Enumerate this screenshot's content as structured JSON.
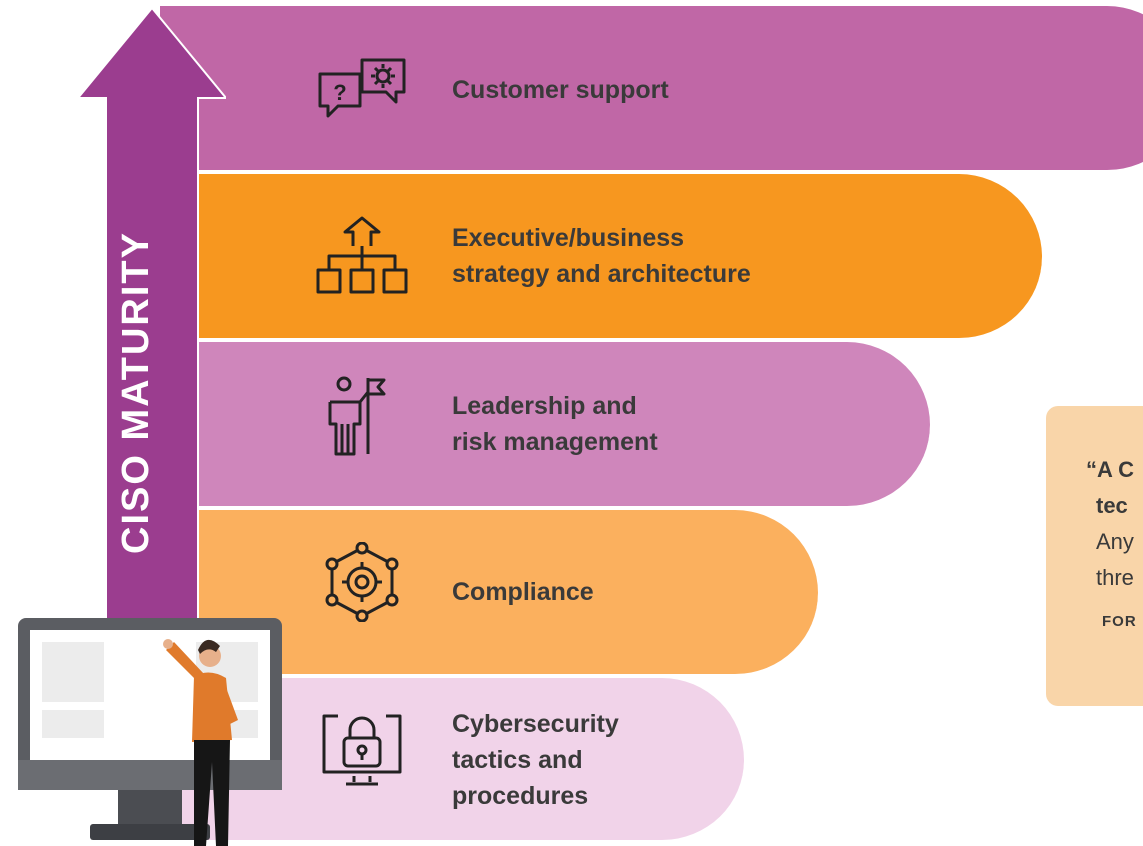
{
  "axis_label": "CISO MATURITY",
  "levels": [
    {
      "label_lines": [
        "Customer support"
      ],
      "icon": "chat-question-gear-icon",
      "color": "#c067a6"
    },
    {
      "label_lines": [
        "Executive/business",
        "strategy and architecture"
      ],
      "icon": "hierarchy-arrow-icon",
      "color": "#f7971f"
    },
    {
      "label_lines": [
        "Leadership and",
        "risk management"
      ],
      "icon": "person-flag-icon",
      "color": "#cf86bb"
    },
    {
      "label_lines": [
        "Compliance"
      ],
      "icon": "gear-network-icon",
      "color": "#fbb05e"
    },
    {
      "label_lines": [
        "Cybersecurity",
        "tactics and",
        "procedures"
      ],
      "icon": "monitor-lock-icon",
      "color": "#f1d3e9"
    }
  ],
  "quote": {
    "line1": "“A C",
    "line2": "tec",
    "line3": "Any",
    "line4": "thre",
    "source": "FOR"
  },
  "colors": {
    "arrow": "#9b3d8f",
    "text": "#3a3a3a",
    "quote_bg": "#f9d5a9"
  }
}
